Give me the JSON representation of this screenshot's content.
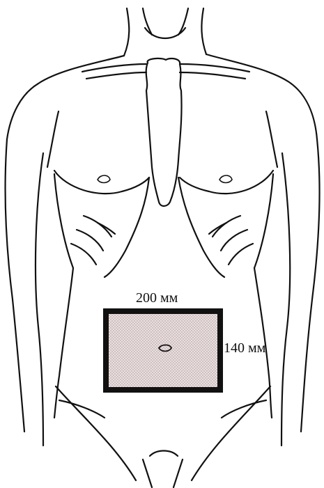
{
  "diagram": {
    "width_label": "200 мм",
    "height_label": "140 мм",
    "colors": {
      "outline": "#111111",
      "background": "#ffffff",
      "patch_fill": "#e8dcdc",
      "patch_dots": "#8a6f73",
      "patch_border": "#111111"
    },
    "icon": "torso-outline-drawing"
  }
}
